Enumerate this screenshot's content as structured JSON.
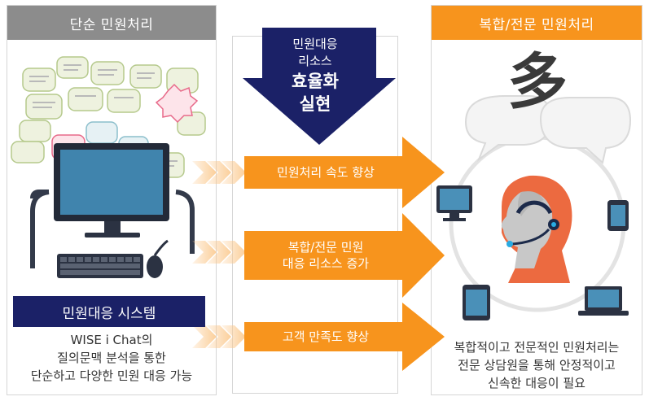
{
  "left_panel": {
    "header": "단순 민원처리",
    "system_label": "민원대응 시스템",
    "caption_lines": [
      "WISE i Chat의",
      "질의문맥 분석을 통한",
      "단순하고 다양한 민원 대응 가능"
    ]
  },
  "middle": {
    "down_arrow_lines": [
      "민원대응",
      "리소스"
    ],
    "down_arrow_emphasis": [
      "효율화",
      "실현"
    ],
    "arrows": [
      {
        "label_lines": [
          "민원처리 속도 향상"
        ]
      },
      {
        "label_lines": [
          "복합/전문 민원",
          "대응 리소스 증가"
        ]
      },
      {
        "label_lines": [
          "고객 만족도 향상"
        ]
      }
    ]
  },
  "right_panel": {
    "header": "복합/전문 민원처리",
    "big_glyph": "多",
    "caption_lines": [
      "복합적이고 전문적인 민원처리는",
      "전문 상담원을 통해 안정적이고",
      "신속한 대응이 필요"
    ]
  },
  "colors": {
    "navy": "#1b2167",
    "orange": "#f7941d",
    "gray_header": "#8c8c8c",
    "panel_border": "#d6d6d6"
  }
}
